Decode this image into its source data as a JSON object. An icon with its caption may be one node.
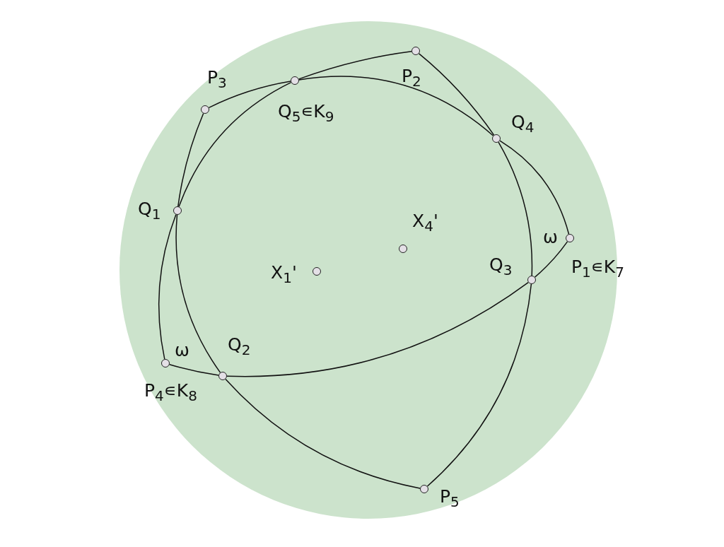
{
  "diagram": {
    "nodes": [
      {
        "text": [
          "P$_{2}$"
        ]
      },
      {
        "text": [
          "Q$_{5}$∊K$_{9}$"
        ]
      },
      {
        "text": [
          "P$_{3}$"
        ]
      },
      {
        "text": [
          "Q$_{4}$"
        ]
      },
      {
        "text": [
          "Q$_{1}$"
        ]
      },
      {
        "text": [
          "P$_{1}$∊K$_{7}$"
        ],
        "beside": [
          "ω"
        ]
      },
      {
        "text": [
          "X$_{4}$'"
        ]
      },
      {
        "text": [
          "X$_{1}$'"
        ]
      },
      {
        "text": [
          "Q$_{3}$"
        ]
      },
      {
        "text": [
          "P$_{4}$∊K$_{8}$"
        ],
        "beside": [
          "ω"
        ]
      },
      {
        "text": [
          "Q$_{2}$"
        ]
      },
      {
        "text": [
          "P$_{5}$"
        ]
      }
    ],
    "edges": [
      {
        "from": 2,
        "to": 1,
        "arrow": "none"
      },
      {
        "from": 1,
        "to": 0,
        "arrow": "none"
      },
      {
        "from": 0,
        "to": 3,
        "arrow": "none"
      },
      {
        "from": 3,
        "to": 8,
        "arrow": "none"
      },
      {
        "from": 8,
        "to": 11,
        "arrow": "none"
      },
      {
        "from": 11,
        "to": 10,
        "arrow": "none"
      },
      {
        "from": 10,
        "to": 4,
        "arrow": "none"
      },
      {
        "from": 4,
        "to": 1,
        "arrow": "none"
      },
      {
        "from": 4,
        "to": 2,
        "arrow": "none"
      },
      {
        "from": 4,
        "to": 9,
        "arrow": "none"
      },
      {
        "from": 9,
        "to": 10,
        "arrow": "none"
      },
      {
        "from": 10,
        "to": 8,
        "arrow": "none"
      },
      {
        "from": 8,
        "to": 5,
        "arrow": "none"
      },
      {
        "from": 5,
        "to": 3,
        "arrow": "none"
      },
      {
        "from": 3,
        "to": 1,
        "arrow": "none"
      }
    ]
  }
}
